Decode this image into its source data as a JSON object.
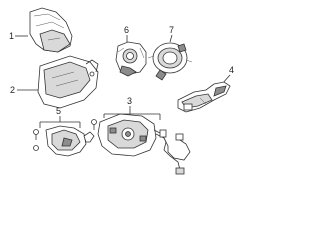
{
  "callouts": [
    "1",
    "2",
    "3",
    "4",
    "5",
    "6",
    "7"
  ],
  "colors": {
    "line": "#333333",
    "shade": "#d9d9d9",
    "dark": "#8c8c8c",
    "background": "#ffffff"
  }
}
